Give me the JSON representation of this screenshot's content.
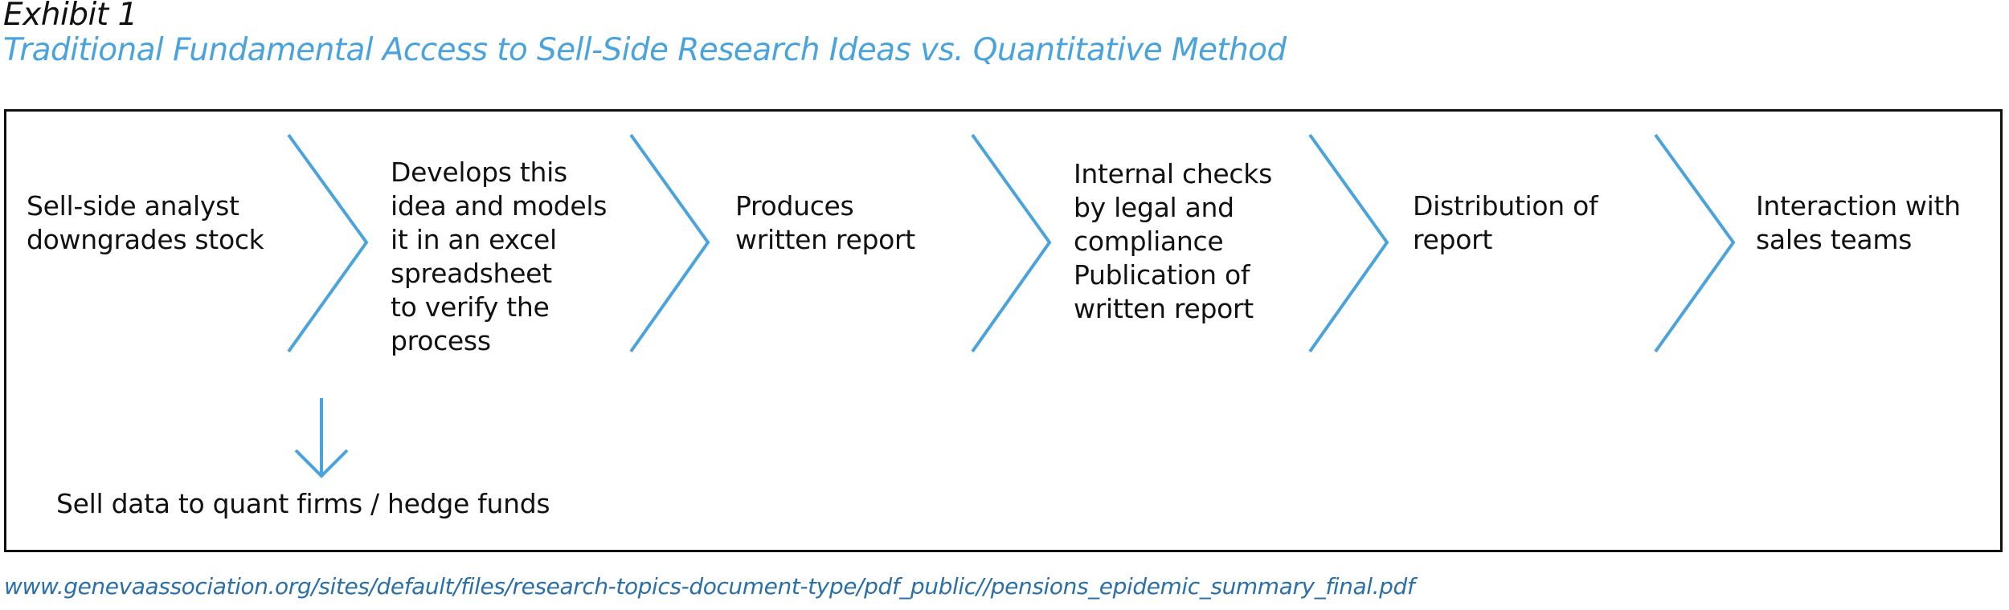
{
  "exhibit": {
    "label": "Exhibit 1",
    "title": "Traditional Fundamental Access to Sell-Side Research Ideas vs. Quantitative Method"
  },
  "process": {
    "steps": [
      {
        "lines": [
          "Sell-side analyst",
          "downgrades stock"
        ]
      },
      {
        "lines": [
          "Develops this",
          "idea and models",
          "it in an excel",
          "spreadsheet",
          "to verify the",
          "process"
        ]
      },
      {
        "lines": [
          "Produces",
          "written report"
        ]
      },
      {
        "lines": [
          "Internal checks",
          "by legal and",
          "compliance",
          "Publication of",
          "written report"
        ]
      },
      {
        "lines": [
          "Distribution of",
          "report"
        ]
      },
      {
        "lines": [
          "Interaction with",
          "sales teams"
        ]
      }
    ],
    "branch_label": "Sell data to quant firms / hedge funds"
  },
  "source": {
    "url_text": "www.genevaassociation.org/sites/default/files/research-topics-document-type/pdf_public//pensions_epidemic_summary_final.pdf"
  },
  "colors": {
    "accent": "#4aa3dc",
    "text": "#111111",
    "source": "#2b6fa8"
  },
  "icons": {
    "separator": "chevron-right-icon",
    "branch": "arrow-down-icon"
  }
}
